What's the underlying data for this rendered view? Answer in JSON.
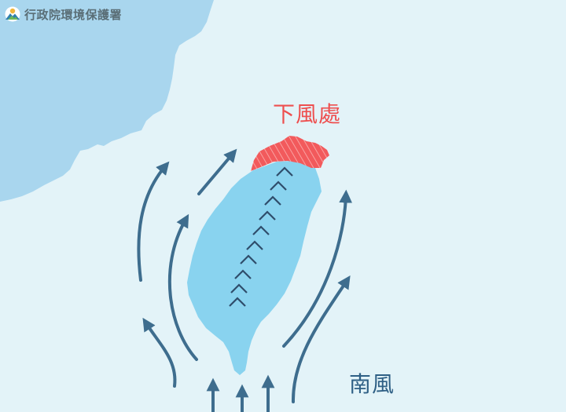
{
  "header": {
    "agency_name": "行政院環境保護署",
    "logo_icon": "mountain-sun-logo-icon"
  },
  "diagram": {
    "leeward_label": "下風處",
    "wind_label": "南風",
    "colors": {
      "sea": "#e3f3f8",
      "mainland": "#a9d6ee",
      "taiwan_island": "#89d3ef",
      "leeward_zone": "#f25a5c",
      "arrow": "#3e6d8e",
      "mountain_marks": "#2f4d6b",
      "lee_text": "#ee4f4f",
      "wind_text": "#2e5f85"
    },
    "icons": {
      "wind_arrow": "curved-arrow-icon",
      "mountain_ridge": "chevron-up-icon"
    }
  }
}
